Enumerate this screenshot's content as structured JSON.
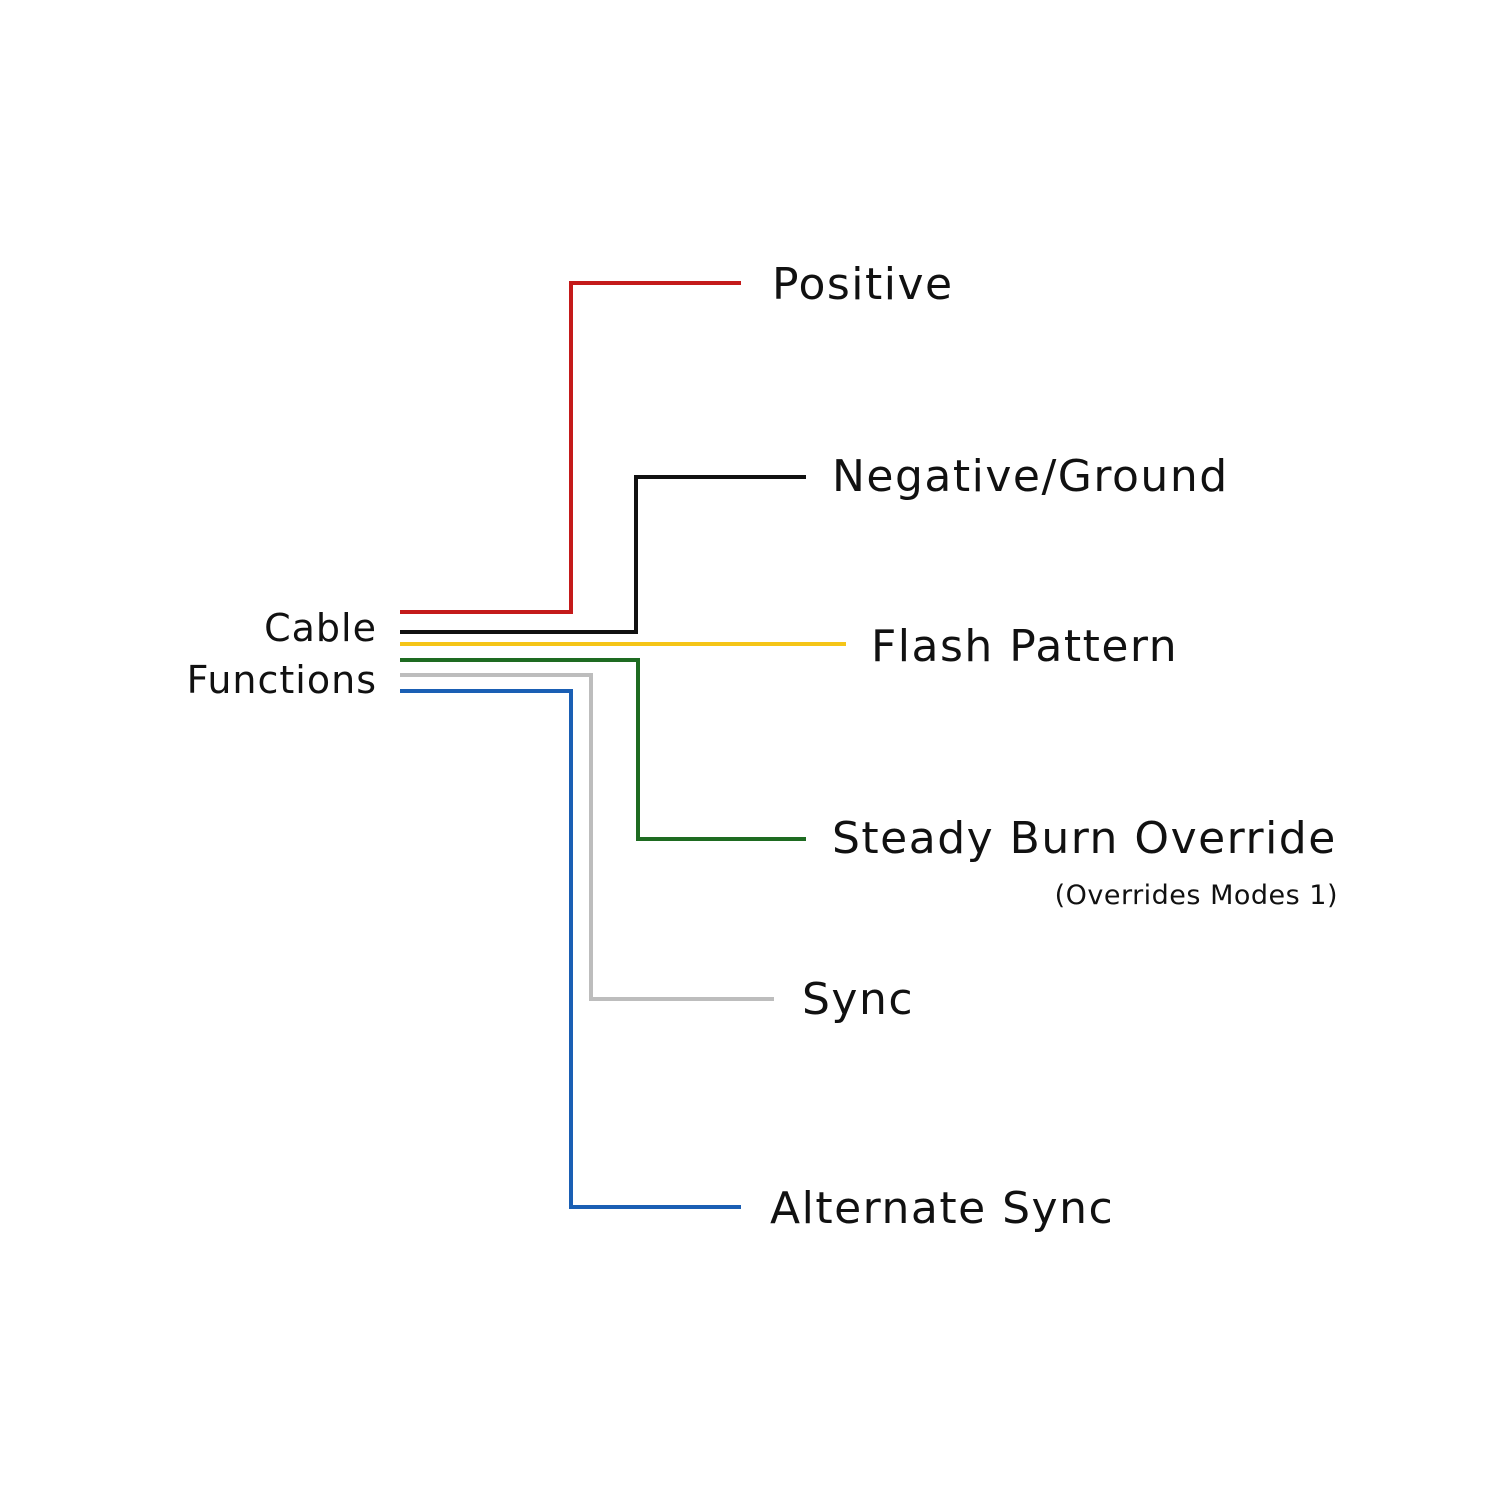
{
  "cable_title": {
    "line1": "Cable",
    "line2": "Functions"
  },
  "wires": [
    {
      "name": "wire-positive",
      "color": "#c41a1a",
      "label": "Positive"
    },
    {
      "name": "wire-negative",
      "color": "#111111",
      "label": "Negative/Ground"
    },
    {
      "name": "wire-flash",
      "color": "#f5c518",
      "label": "Flash Pattern"
    },
    {
      "name": "wire-steady",
      "color": "#1e6b21",
      "label": "Steady Burn Override",
      "note": "(Overrides Modes 1)"
    },
    {
      "name": "wire-sync",
      "color": "#bdbdbd",
      "label": "Sync"
    },
    {
      "name": "wire-alt-sync",
      "color": "#1a5fb4",
      "label": "Alternate Sync"
    }
  ]
}
